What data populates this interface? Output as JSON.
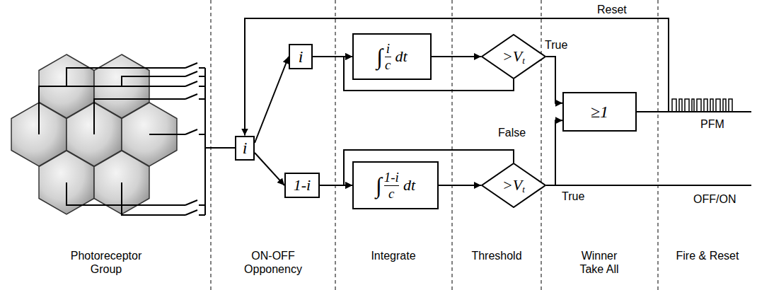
{
  "diagram": {
    "nodes": [
      {
        "text": [
          "i"
        ]
      },
      {
        "text": [
          "i"
        ]
      },
      {
        "text": [
          "1-i"
        ]
      },
      {
        "text": [
          "∫",
          "i",
          "c",
          "dt"
        ]
      },
      {
        "text": [
          "∫",
          "1-i",
          "c",
          "dt"
        ]
      },
      {
        "text": [
          ">V",
          "t"
        ]
      },
      {
        "text": [
          ">V",
          "t"
        ]
      },
      {
        "text": [
          "≥1"
        ]
      }
    ],
    "edges": [
      {
        "from": 0,
        "to": 1,
        "arrow": "to"
      },
      {
        "from": 0,
        "to": 2,
        "arrow": "to"
      },
      {
        "from": 1,
        "to": 3,
        "arrow": "to"
      },
      {
        "from": 2,
        "to": 4,
        "arrow": "to"
      },
      {
        "from": 3,
        "to": 5,
        "arrow": "to"
      },
      {
        "from": 4,
        "to": 6,
        "arrow": "to"
      },
      {
        "from": 5,
        "to": 3,
        "arrow": "to"
      },
      {
        "from": 6,
        "to": 4,
        "arrow": "to"
      },
      {
        "from": 5,
        "to": 7,
        "label": "True",
        "arrow": "to"
      },
      {
        "from": 6,
        "to": 7,
        "label": "True",
        "arrow": "to"
      },
      {
        "from": 7,
        "to": 0,
        "label": "Reset",
        "arrow": "to"
      }
    ],
    "labels": [
      "False",
      "PFM",
      "OFF/ON",
      "Photoreceptor Group",
      "ON-OFF Opponency",
      "Integrate",
      "Threshold",
      "Winner Take All",
      "Fire & Reset"
    ]
  }
}
